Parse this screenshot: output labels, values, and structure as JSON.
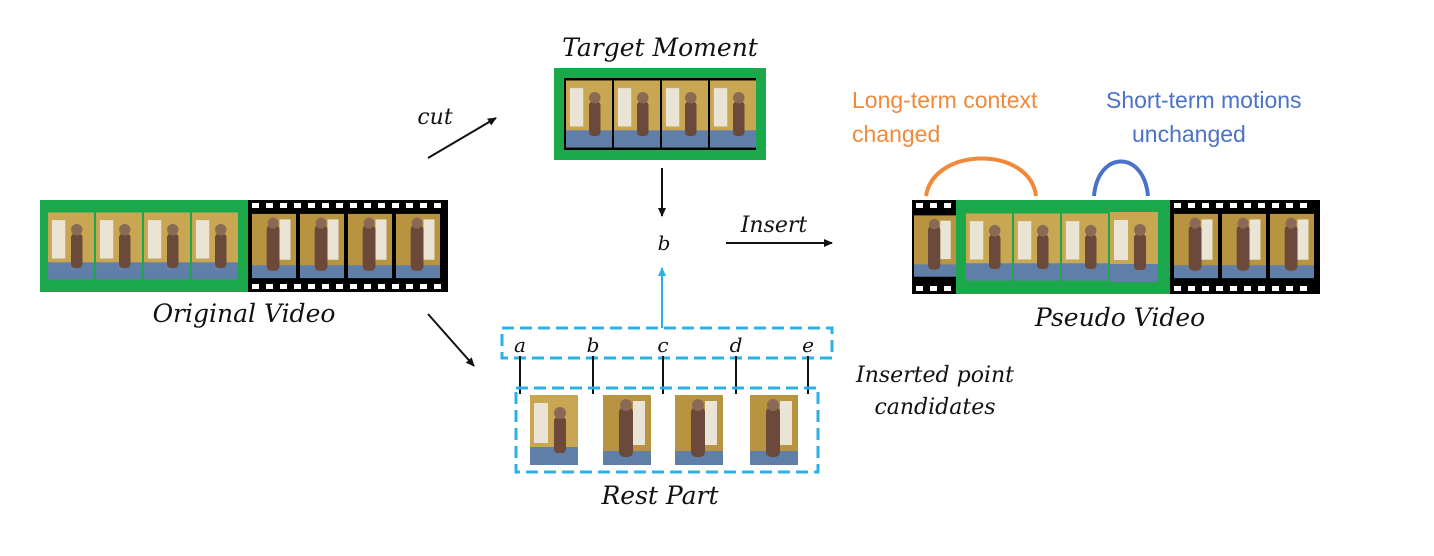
{
  "labels": {
    "target_moment": "Target Moment",
    "cut": "cut",
    "insert": "Insert",
    "original_video": "Original Video",
    "pseudo_video": "Pseudo Video",
    "rest_part": "Rest Part",
    "inserted_point_line1": "Inserted point",
    "inserted_point_line2": "candidates",
    "b_center": "b",
    "long_term_line1": "Long-term context",
    "long_term_line2": "changed",
    "short_term_line1": "Short-term motions",
    "short_term_line2": "unchanged"
  },
  "points": [
    "a",
    "b",
    "c",
    "d",
    "e"
  ],
  "colors": {
    "target_box": "#1aa84a",
    "dashed_box": "#2ab0e6",
    "long_term": "#f08a3a",
    "short_term": "#4a72c8",
    "arrow": "#111111",
    "cyan_arrow": "#2ab0e6"
  }
}
